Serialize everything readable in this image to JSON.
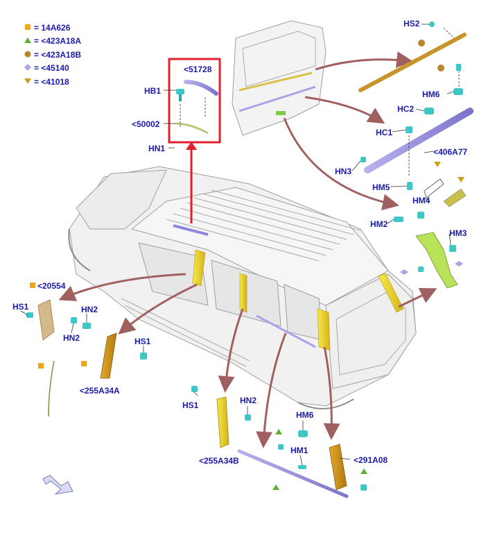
{
  "legend": [
    {
      "symbol": "square",
      "color": "#f2a71b",
      "text": "= 14A626"
    },
    {
      "symbol": "triangle-up",
      "color": "#5cb030",
      "text": "= <423A18A"
    },
    {
      "symbol": "circle",
      "color": "#b8862e",
      "text": "= <423A18B"
    },
    {
      "symbol": "diamond",
      "color": "#a9a4e8",
      "text": "= <45140"
    },
    {
      "symbol": "triangle-down",
      "color": "#c9a21b",
      "text": "= <41018"
    }
  ],
  "labels": {
    "hs2": "HS2",
    "p51728": "<51728",
    "hb1": "HB1",
    "p50002": "<50002",
    "hn1_top": "HN1",
    "hm6_top": "HM6",
    "hc2": "HC2",
    "hc1": "HC1",
    "p406a77": "<406A77",
    "hn3": "HN3",
    "hm5": "HM5",
    "hm4": "HM4",
    "hm2": "HM2",
    "hm3": "HM3",
    "p20554": "<20554",
    "hs1_left": "HS1",
    "hn2_left": "HN2",
    "hn2_left2": "HN2",
    "hs1_mid": "HS1",
    "p255a34a": "<255A34A",
    "hs1_bottom": "HS1",
    "hn2_bottom": "HN2",
    "p255a34b": "<255A34B",
    "hm6_bottom": "HM6",
    "hm1": "HM1",
    "p291a08": "<291A08"
  },
  "colors": {
    "legend_text": "#1a1aa8",
    "highlight_box": "#e0202a",
    "arrow": "#a06060",
    "fastener": "#3fc7c7"
  }
}
